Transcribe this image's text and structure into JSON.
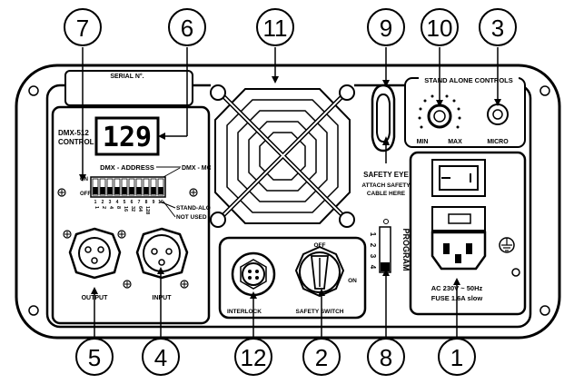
{
  "callouts": [
    "7",
    "6",
    "11",
    "9",
    "10",
    "3",
    "5",
    "4",
    "12",
    "2",
    "8",
    "1"
  ],
  "panel": {
    "serial_label": "SERIAL N°.",
    "dmx_title_1": "DMX-512",
    "dmx_title_2": "CONTROL",
    "display_value": "129",
    "dmx_address_label": "DMX - ADDRESS",
    "dmx_mode_label": "DMX - MODE",
    "on_label": "ON",
    "off_label": "OFF",
    "dip_numbers": [
      "1",
      "2",
      "3",
      "4",
      "5",
      "6",
      "7",
      "8",
      "9",
      "10"
    ],
    "dip_values": [
      "1",
      "2",
      "4",
      "8",
      "16",
      "32",
      "64",
      "128"
    ],
    "stand_alone_label": "STAND-ALONE",
    "not_used_label": "NOT USED",
    "output_label": "OUTPUT",
    "input_label": "INPUT",
    "safety_eye_label": "SAFETY EYE",
    "attach_safety_1": "ATTACH SAFETY",
    "attach_safety_2": "CABLE HERE",
    "stand_alone_controls": "STAND ALONE CONTROLS",
    "min_label": "MIN",
    "max_label": "MAX",
    "micro_label": "MICRO",
    "interlock_label": "INTERLOCK",
    "safety_switch_label": "SAFETY SWITCH",
    "off_switch_label": "OFF",
    "on_switch_label": "ON",
    "program_label": "PROGRAM",
    "program_numbers": [
      "1",
      "2",
      "3",
      "4"
    ],
    "power_line_1": "AC 230V ~ 50Hz",
    "power_line_2": "FUSE 1.6A slow"
  }
}
